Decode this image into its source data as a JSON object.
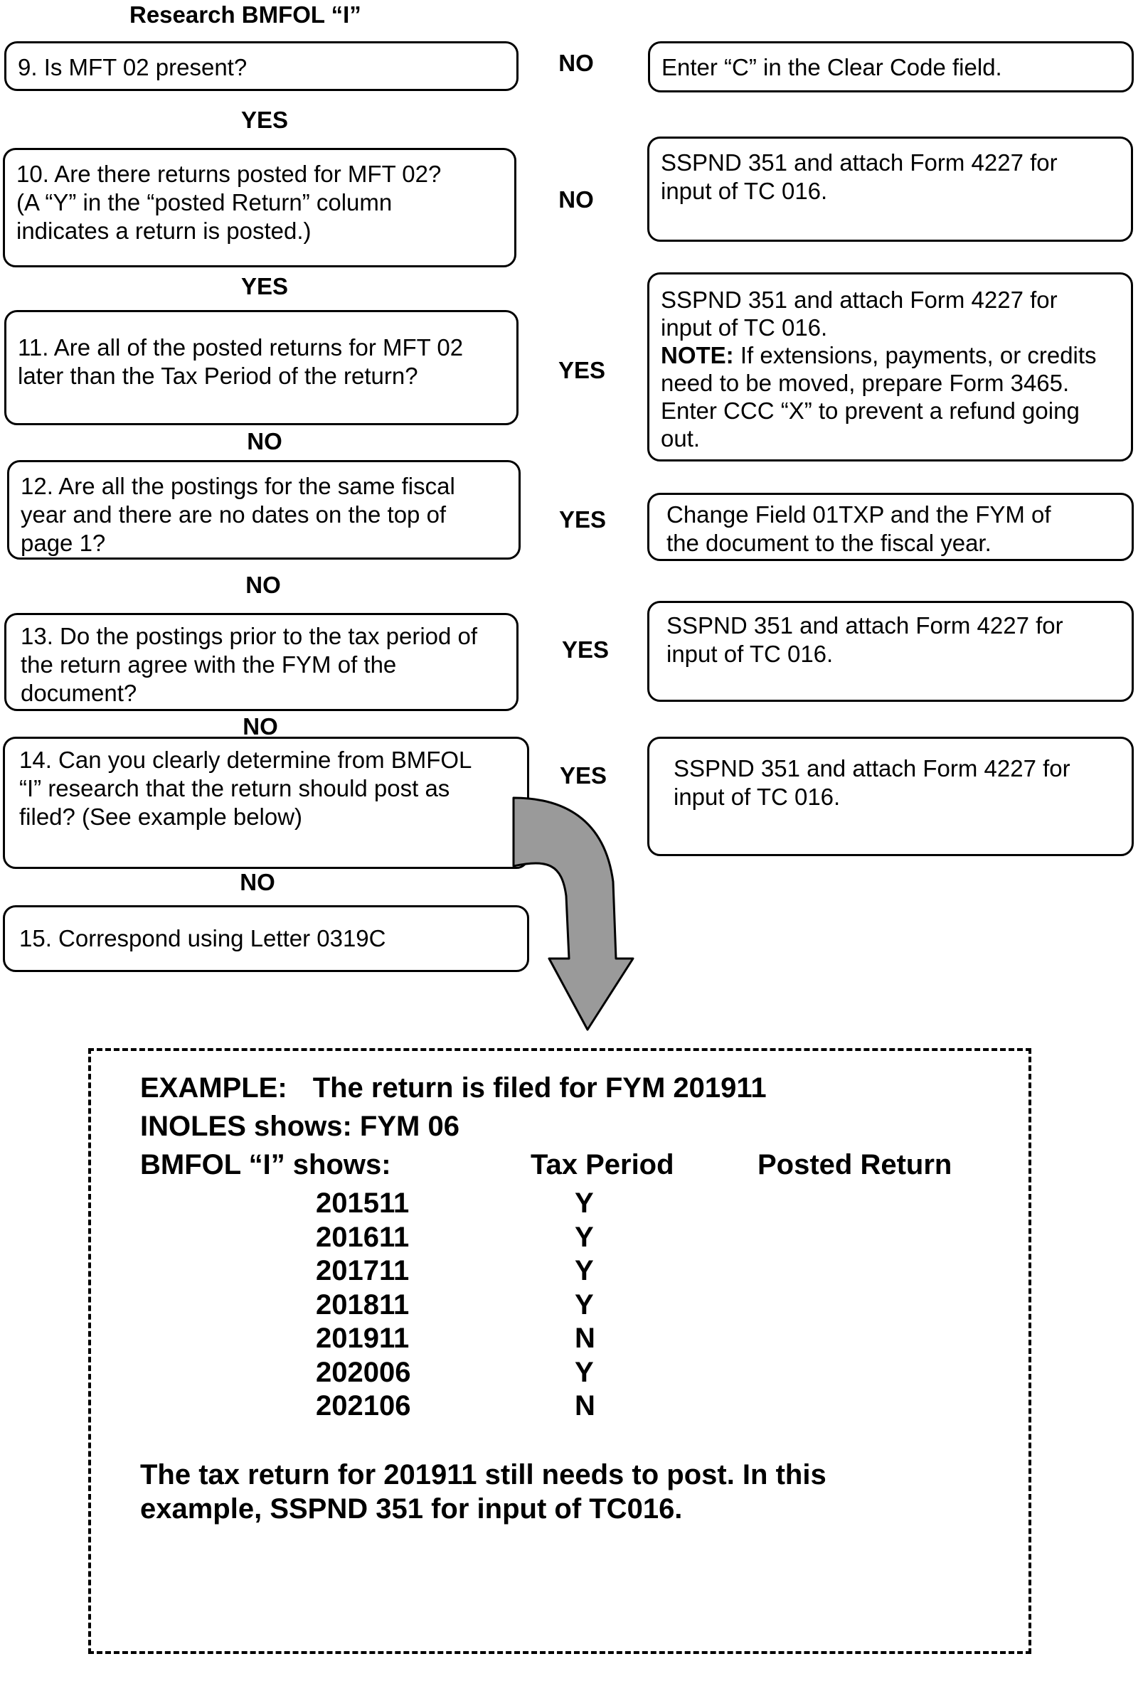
{
  "title": "Research BMFOL “I”",
  "steps": {
    "s9": {
      "question": "9. Is MFT 02 present?",
      "no_label": "NO",
      "no_action": "Enter “C” in the Clear Code field.",
      "down_label": "YES"
    },
    "s10": {
      "question_l1": "10. Are there returns posted for MFT 02?",
      "question_l2": "(A “Y” in the “posted Return” column",
      "question_l3": "indicates a return is posted.)",
      "no_label": "NO",
      "no_action_l1": "SSPND 351 and attach Form 4227 for",
      "no_action_l2": "input of TC 016.",
      "down_label": "YES"
    },
    "s11": {
      "question_l1": "11. Are all of the posted returns for MFT 02",
      "question_l2": "later than the Tax Period of the return?",
      "yes_label": "YES",
      "yes_action_l1": "SSPND 351 and attach Form 4227 for",
      "yes_action_l2": "input of TC 016.",
      "note_label": "NOTE:",
      "note_l1": " If extensions, payments, or credits",
      "note_l2": "need to be moved, prepare Form 3465.",
      "note_l3": "Enter CCC “X” to prevent a refund going",
      "note_l4": "out.",
      "down_label": "NO"
    },
    "s12": {
      "question_l1": "12. Are all the postings for the same fiscal",
      "question_l2": "year and there are no dates on the top of",
      "question_l3": "page 1?",
      "yes_label": "YES",
      "yes_action_l1": "Change Field 01TXP and the FYM of",
      "yes_action_l2": "the document to the fiscal year.",
      "down_label": "NO"
    },
    "s13": {
      "question_l1": "13. Do the postings prior to the tax period of",
      "question_l2": "the return agree with the FYM of the",
      "question_l3": "document?",
      "yes_label": "YES",
      "yes_action_l1": "SSPND 351 and attach Form 4227 for",
      "yes_action_l2": "input of TC 016.",
      "down_label": "NO"
    },
    "s14": {
      "question_l1": "14. Can you clearly determine from BMFOL",
      "question_l2": "“I” research that the return should post as",
      "question_l3": "filed?  (See example below)",
      "yes_label": "YES",
      "yes_action_l1": "SSPND 351 and attach Form 4227 for",
      "yes_action_l2": "input of TC 016.",
      "down_label": "NO"
    },
    "s15": {
      "action": "15. Correspond using Letter 0319C"
    }
  },
  "example": {
    "line1_a": "EXAMPLE:",
    "line1_b": "The return is filed for FYM 201911",
    "line2": "INOLES shows: FYM 06",
    "line3_a": "BMFOL “I” shows:",
    "col_tax_period": "Tax Period",
    "col_posted": "Posted Return",
    "rows": [
      {
        "period": "201511",
        "posted": "Y"
      },
      {
        "period": "201611",
        "posted": "Y"
      },
      {
        "period": "201711",
        "posted": "Y"
      },
      {
        "period": "201811",
        "posted": "Y"
      },
      {
        "period": "201911",
        "posted": "N"
      },
      {
        "period": "202006",
        "posted": "Y"
      },
      {
        "period": "202106",
        "posted": "N"
      }
    ],
    "conclusion_l1": "The tax return for 201911 still needs to post.  In this",
    "conclusion_l2": "example, SSPND 351 for input of TC016."
  },
  "colors": {
    "line": "#000000",
    "arrow_fill": "#9a9a9a",
    "background": "#ffffff"
  }
}
